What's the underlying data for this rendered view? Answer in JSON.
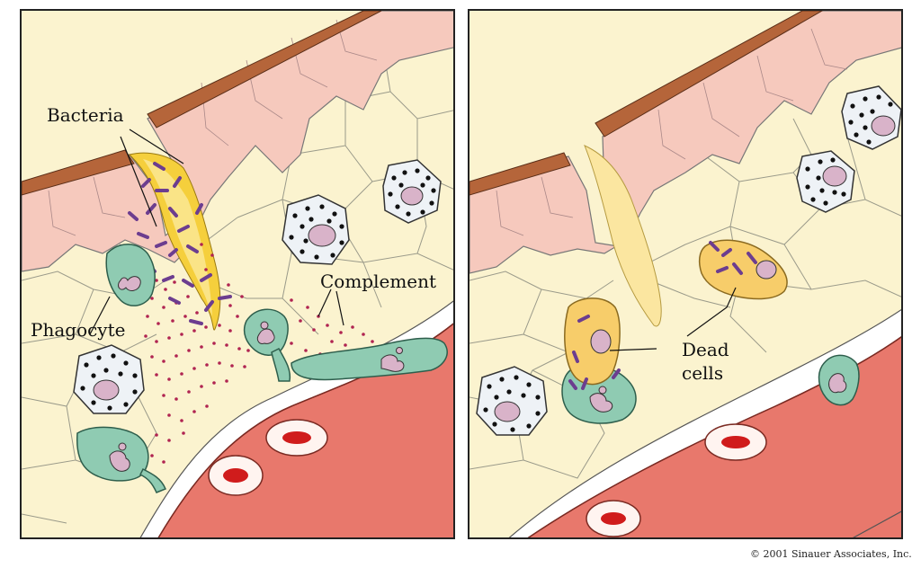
{
  "labels": {
    "bacteria": "Bacteria",
    "phagocyte": "Phagocyte",
    "complement": "Complement",
    "dead_line1": "Dead",
    "dead_line2": "cells"
  },
  "copyright": "© 2001 Sinauer Associates, Inc.",
  "colors": {
    "tissue": "#fbf3cf",
    "skin": "#f6c9bd",
    "epidermis": "#b5653a",
    "vessel": "#e8786c",
    "phagocyte": "#8fcbb2",
    "wound": "#f5cf3c",
    "bacteria": "#6c3d8f",
    "complement": "#b02451",
    "dead_cell": "#f7cd6a",
    "nucleus": "#d9b3c9"
  }
}
